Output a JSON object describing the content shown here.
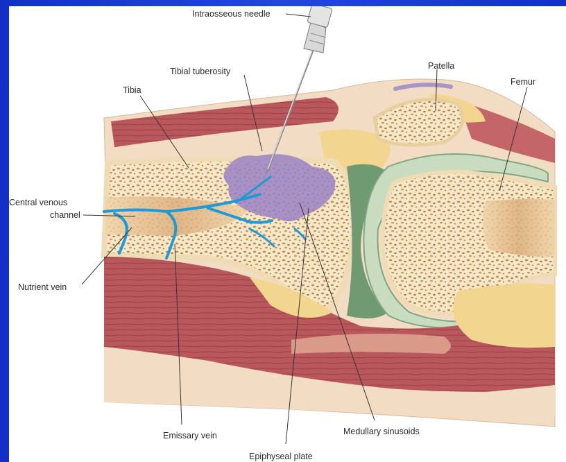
{
  "labels": {
    "intraosseous_needle": "Intraosseous needle",
    "tibial_tuberosity": "Tibial tuberosity",
    "tibia": "Tibia",
    "patella": "Patella",
    "femur": "Femur",
    "central_venous_line1": "Central venous",
    "central_venous_line2": "channel",
    "nutrient_vein": "Nutrient vein",
    "emissary_vein": "Emissary vein",
    "medullary_sinusoids": "Medullary sinusoids",
    "epiphyseal_plate": "Epiphyseal plate"
  },
  "colors": {
    "background": "#1a3ad0",
    "skin": "#f3dcc4",
    "muscle": "#b5555a",
    "fat": "#f2d690",
    "bone_cortex": "#f4e6c4",
    "marrow": "#e4be88",
    "cartilage": "#c9dcbf",
    "joint_green": "#6f9a72",
    "vein": "#1e9ad6",
    "infusion": "#9a82c4"
  }
}
